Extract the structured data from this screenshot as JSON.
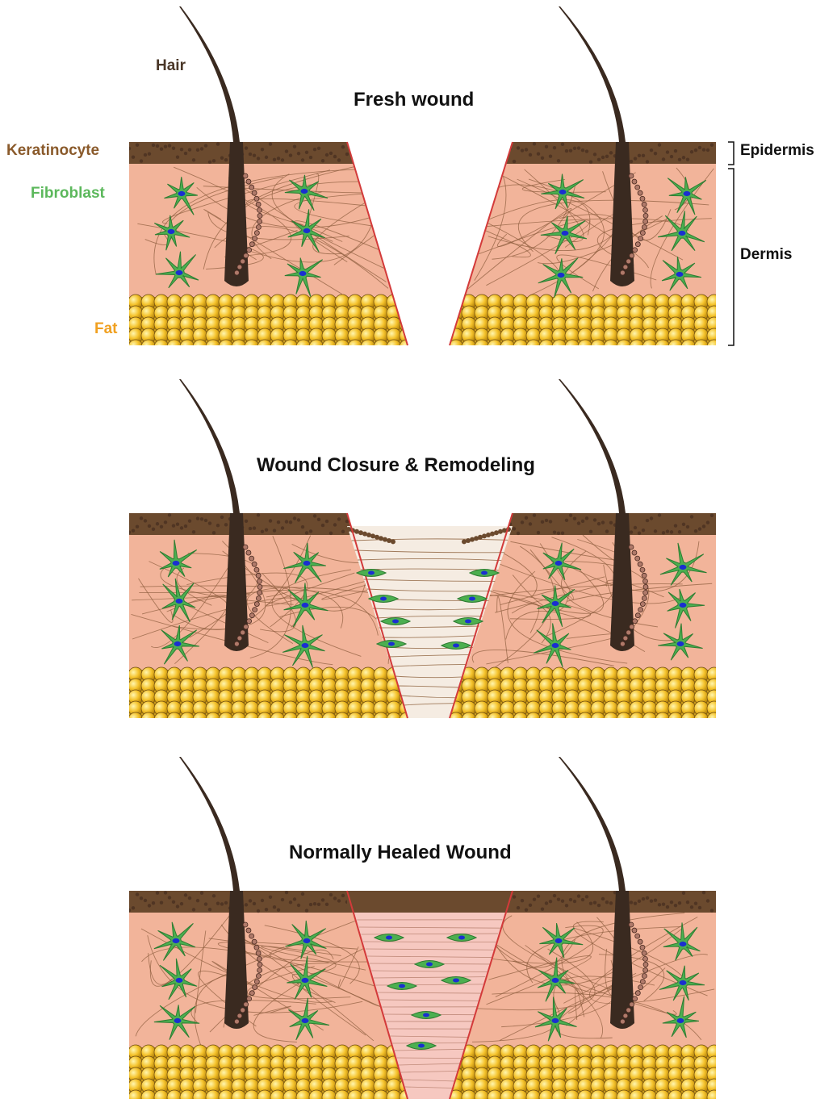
{
  "labels": {
    "hair": "Hair",
    "keratinocyte": "Keratinocyte",
    "fibroblast": "Fibroblast",
    "fat": "Fat",
    "epidermis": "Epidermis",
    "dermis": "Dermis"
  },
  "panels": [
    {
      "title": "Fresh wound",
      "stage": "open"
    },
    {
      "title": "Wound Closure & Remodeling",
      "stage": "closing"
    },
    {
      "title": "Normally Healed Wound",
      "stage": "healed"
    }
  ],
  "colors": {
    "label_hair": "#4a3728",
    "label_keratinocyte": "#8a5a2b",
    "label_fibroblast": "#5cb85c",
    "label_fat": "#f0a020",
    "epidermis": "#6b4a2e",
    "dermis": "#f2b49a",
    "fat": "#f5c32c",
    "fibroblast": "#4caf50",
    "nucleus": "#1a2fd0",
    "hair": "#3a2a20",
    "wound_edge": "#d33a3a",
    "granulation": "#f5ece2",
    "scar": "#f6c8c0"
  }
}
